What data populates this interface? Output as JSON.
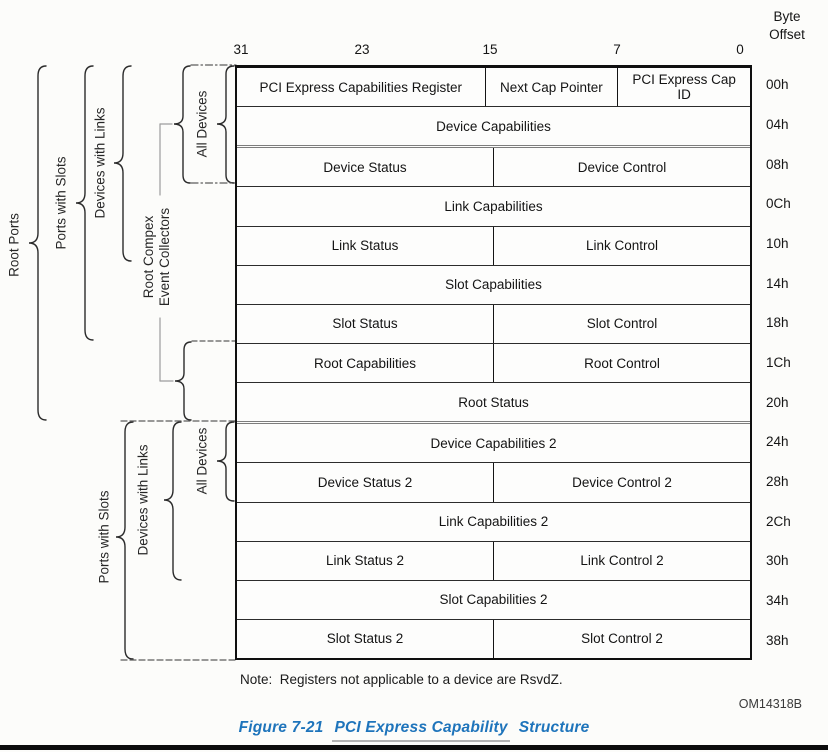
{
  "header": {
    "byte_offset_label": "Byte\nOffset",
    "bit_labels": [
      "31",
      "23",
      "15",
      "7",
      "0"
    ]
  },
  "groups": [
    {
      "label": "Root Ports"
    },
    {
      "label": "Ports with Slots"
    },
    {
      "label": "Devices with Links"
    },
    {
      "label": "All Devices"
    },
    {
      "label": "Root Compex\nEvent Collectors"
    },
    {
      "label": "Ports with Slots"
    },
    {
      "label": "Devices with Links"
    },
    {
      "label": "All Devices"
    }
  ],
  "table": {
    "rows": [
      {
        "offset": "00h",
        "cells": [
          {
            "label": "PCI Express Capabilities Register",
            "bits": 16
          },
          {
            "label": "Next Cap Pointer",
            "bits": 8
          },
          {
            "label": "PCI Express Cap ID",
            "bits": 8
          }
        ]
      },
      {
        "offset": "04h",
        "cells": [
          {
            "label": "Device Capabilities",
            "bits": 32
          }
        ]
      },
      {
        "offset": "08h",
        "cells": [
          {
            "label": "Device Status",
            "bits": 16
          },
          {
            "label": "Device Control",
            "bits": 16
          }
        ]
      },
      {
        "offset": "0Ch",
        "cells": [
          {
            "label": "Link Capabilities",
            "bits": 32
          }
        ]
      },
      {
        "offset": "10h",
        "cells": [
          {
            "label": "Link Status",
            "bits": 16
          },
          {
            "label": "Link Control",
            "bits": 16
          }
        ]
      },
      {
        "offset": "14h",
        "cells": [
          {
            "label": "Slot Capabilities",
            "bits": 32
          }
        ]
      },
      {
        "offset": "18h",
        "cells": [
          {
            "label": "Slot Status",
            "bits": 16
          },
          {
            "label": "Slot Control",
            "bits": 16
          }
        ]
      },
      {
        "offset": "1Ch",
        "cells": [
          {
            "label": "Root Capabilities",
            "bits": 16
          },
          {
            "label": "Root Control",
            "bits": 16
          }
        ]
      },
      {
        "offset": "20h",
        "cells": [
          {
            "label": "Root Status",
            "bits": 32
          }
        ]
      },
      {
        "offset": "24h",
        "cells": [
          {
            "label": "Device Capabilities 2",
            "bits": 32
          }
        ]
      },
      {
        "offset": "28h",
        "cells": [
          {
            "label": "Device Status 2",
            "bits": 16
          },
          {
            "label": "Device Control 2",
            "bits": 16
          }
        ]
      },
      {
        "offset": "2Ch",
        "cells": [
          {
            "label": "Link Capabilities 2",
            "bits": 32
          }
        ]
      },
      {
        "offset": "30h",
        "cells": [
          {
            "label": "Link Status 2",
            "bits": 16
          },
          {
            "label": "Link Control 2",
            "bits": 16
          }
        ]
      },
      {
        "offset": "34h",
        "cells": [
          {
            "label": "Slot Capabilities 2",
            "bits": 32
          }
        ]
      },
      {
        "offset": "38h",
        "cells": [
          {
            "label": "Slot Status 2",
            "bits": 16
          },
          {
            "label": "Slot Control 2",
            "bits": 16
          }
        ]
      }
    ]
  },
  "note": "Note:  Registers not applicable to a device are RsvdZ.",
  "figure_code": "OM14318B",
  "caption": {
    "figure_label": "Figure  7-21",
    "title_linked": "PCI Express Capability Structure",
    "title_part1": "PCI Express Capability",
    "title_part2": "Structure"
  },
  "colors": {
    "caption_blue": "#1e74bb",
    "diagram_line": "#1a1a1a",
    "underline_gray": "#b3b3b3"
  }
}
